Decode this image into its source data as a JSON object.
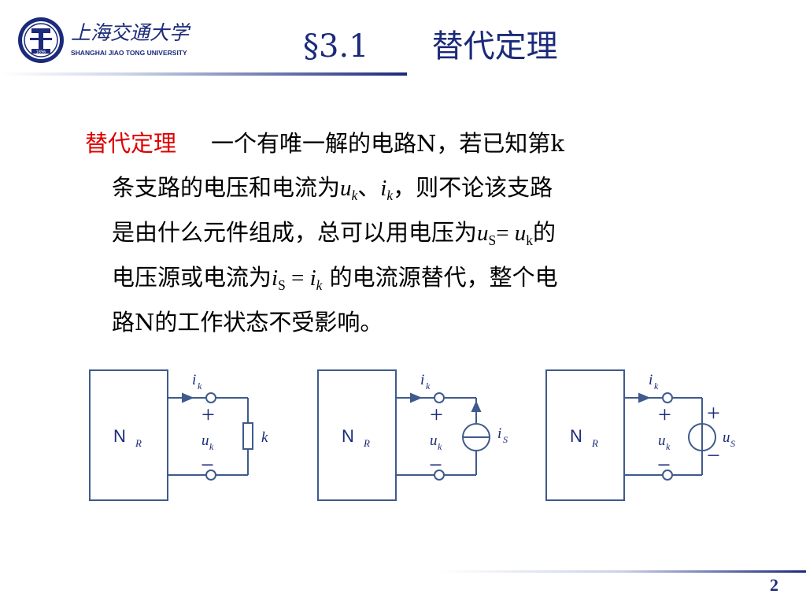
{
  "header": {
    "logo_cn": "上海交通大学",
    "logo_en": "SHANGHAI  JIAO TONG  UNIVERSITY",
    "logo_year": "1896",
    "title": "§3.1　　替代定理"
  },
  "body": {
    "lead": "替代定理",
    "line1": "一个有唯一解的电路N，若已知第k",
    "line2_a": "条支路的电压和电流为",
    "line2_u": "u",
    "line2_k1": "k",
    "line2_sep": "、",
    "line2_i": "i",
    "line2_k2": "k",
    "line2_b": "，则不论该支路",
    "line3_a": "是由什么元件组成，总可以用电压为",
    "line3_u": "u",
    "line3_S": "S",
    "line3_eq": "= ",
    "line3_u2": "u",
    "line3_k": "k",
    "line3_b": "的",
    "line4_a": "电压源或电流为",
    "line4_i": "i",
    "line4_S": "S",
    "line4_eq": " = ",
    "line4_i2": "i",
    "line4_k": "k",
    "line4_b": " 的电流源替代，整个电",
    "line5": "路N的工作状态不受影响。"
  },
  "circuits": {
    "network_label": "N",
    "network_sub": "R",
    "i_label": "i",
    "k_sub": "k",
    "u_label": "u",
    "plus": "+",
    "minus": "−",
    "resistor_label": "k",
    "current_source_label": "i",
    "current_source_sub": "S",
    "voltage_source_label": "u",
    "voltage_source_sub": "S"
  },
  "footer": {
    "page_number": "2"
  },
  "colors": {
    "title_blue": "#1b2a7a",
    "lead_red": "#e00000",
    "circuit_line": "#3f5a8c"
  }
}
